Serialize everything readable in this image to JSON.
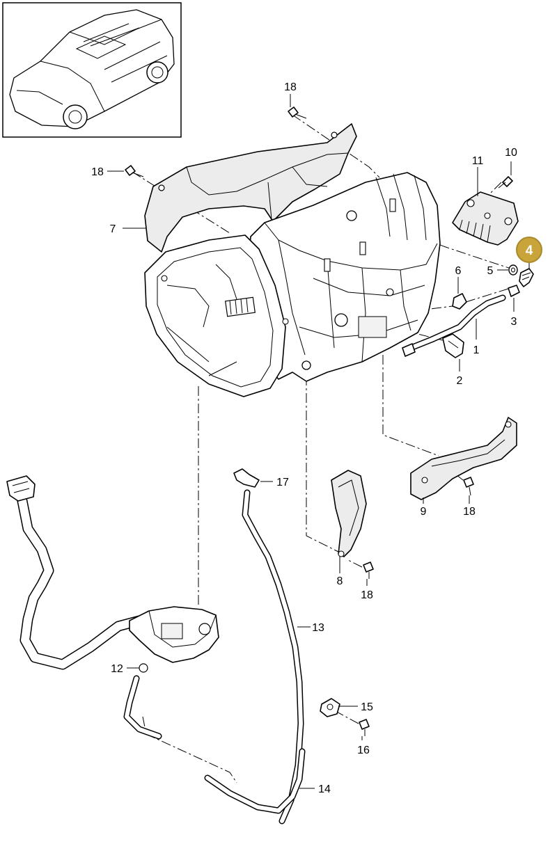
{
  "diagram": {
    "labels": {
      "p1": "1",
      "p2": "2",
      "p3": "3",
      "p4": "4",
      "p5": "5",
      "p6": "6",
      "p7": "7",
      "p8": "8",
      "p9": "9",
      "p10": "10",
      "p11": "11",
      "p12": "12",
      "p13": "13",
      "p14": "14",
      "p15": "15",
      "p16": "16",
      "p17": "17",
      "p18a": "18",
      "p18b": "18",
      "p18c": "18",
      "p18d": "18"
    },
    "highlight": {
      "label": "4",
      "fill": "#c9a43a",
      "stroke": "#a88a2a",
      "text_color": "#ffffff"
    }
  }
}
